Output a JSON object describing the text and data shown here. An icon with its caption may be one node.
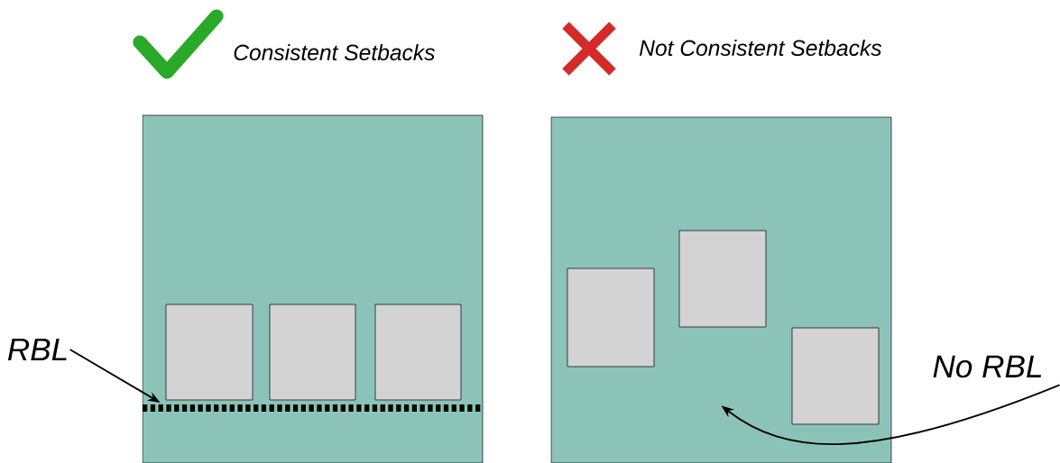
{
  "diagram": {
    "nodes": [
      {
        "text": [],
        "shape": "box"
      },
      {
        "text": [],
        "shape": "box",
        "in": 0
      },
      {
        "text": [],
        "shape": "box",
        "in": 0
      },
      {
        "text": [],
        "shape": "box",
        "in": 0
      },
      {
        "text": [],
        "shape": "bar",
        "in": 0
      },
      {
        "text": [
          "RBL"
        ]
      },
      {
        "text": [],
        "shape": "box"
      },
      {
        "text": [],
        "shape": "box",
        "in": 6
      },
      {
        "text": [],
        "shape": "box",
        "in": 6
      },
      {
        "text": [],
        "shape": "box",
        "in": 6
      },
      {
        "text": [
          "No RBL"
        ]
      }
    ],
    "edges": [
      {
        "from": 5,
        "to": 4,
        "arrow": "to"
      },
      {
        "from": 10,
        "to": 6,
        "arrow": "to"
      }
    ],
    "labels": [
      "Consistent Setbacks",
      "Not Consistent Setbacks"
    ]
  }
}
